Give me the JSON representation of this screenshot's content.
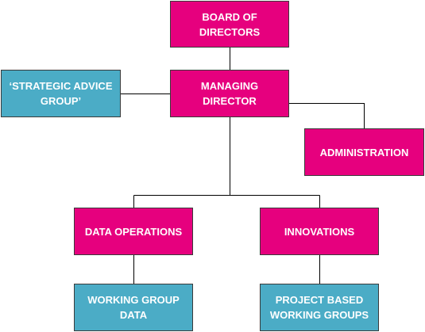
{
  "nodes": {
    "board": "BOARD OF\nDIRECTORS",
    "managing_director": "MANAGING\nDIRECTOR",
    "strategic_advice": "‘STRATEGIC ADVICE\nGROUP’",
    "administration": "ADMINISTRATION",
    "data_operations": "DATA OPERATIONS",
    "innovations": "INNOVATIONS",
    "working_group_data": "WORKING GROUP\nDATA",
    "project_based": "PROJECT BASED\nWORKING GROUPS"
  },
  "colors": {
    "primary": "#e6007e",
    "secondary": "#4bacc6",
    "connector": "#000000"
  }
}
